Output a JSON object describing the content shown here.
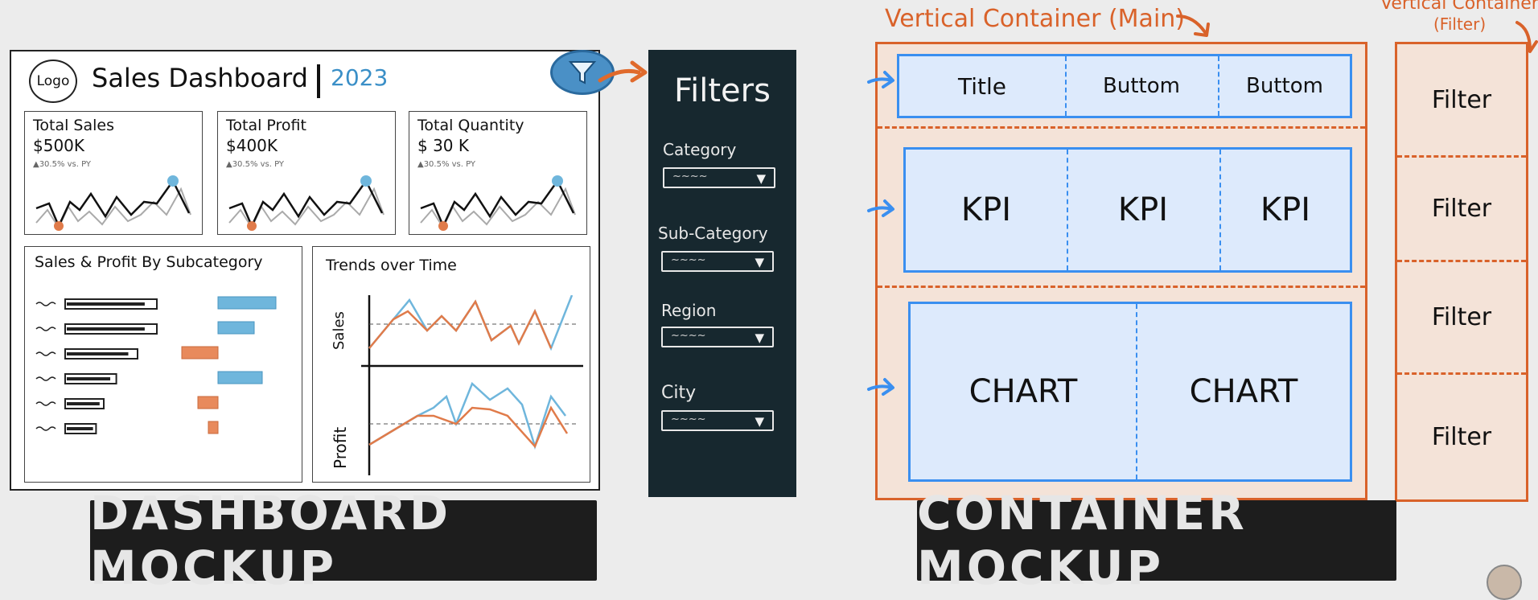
{
  "dashboard_mockup": {
    "logo": "Logo",
    "title": "Sales Dashboard",
    "year": "2023",
    "kpis": [
      {
        "label": "Total Sales",
        "value": "$500K",
        "delta": "▲30.5% vs. PY"
      },
      {
        "label": "Total Profit",
        "value": "$400K",
        "delta": "▲30.5% vs. PY"
      },
      {
        "label": "Total Quantity",
        "value": "$ 30 K",
        "delta": "▲30.5% vs. PY"
      }
    ],
    "bar_chart": {
      "title": "Sales & Profit By Subcategory",
      "sales_values": [
        95,
        95,
        75,
        53,
        40,
        32
      ],
      "profit_values": [
        72,
        45,
        -45,
        55,
        -25,
        -12
      ]
    },
    "line_chart": {
      "title": "Trends over Time",
      "y_top": "Sales",
      "y_bottom": "Profit"
    },
    "banner": "DASHBOARD MOCKUP"
  },
  "filters_panel": {
    "title": "Filters",
    "items": [
      "Category",
      "Sub-Category",
      "Region",
      "City"
    ]
  },
  "container_mockup": {
    "main_label": "Vertical Container (Main)",
    "filter_label_line1": "Vertical Container",
    "filter_label_line2": "(Filter)",
    "row1": [
      "Title",
      "Buttom",
      "Buttom"
    ],
    "row2": [
      "KPI",
      "KPI",
      "KPI"
    ],
    "row3": [
      "CHART",
      "CHART"
    ],
    "filters": [
      "Filter",
      "Filter",
      "Filter",
      "Filter"
    ],
    "banner": "CONTAINER MOCKUP"
  },
  "colors": {
    "orange": "#d9622a",
    "blue": "#3a8ff0",
    "dark_panel": "#17282f",
    "bar_blue": "#6fb6dc"
  }
}
